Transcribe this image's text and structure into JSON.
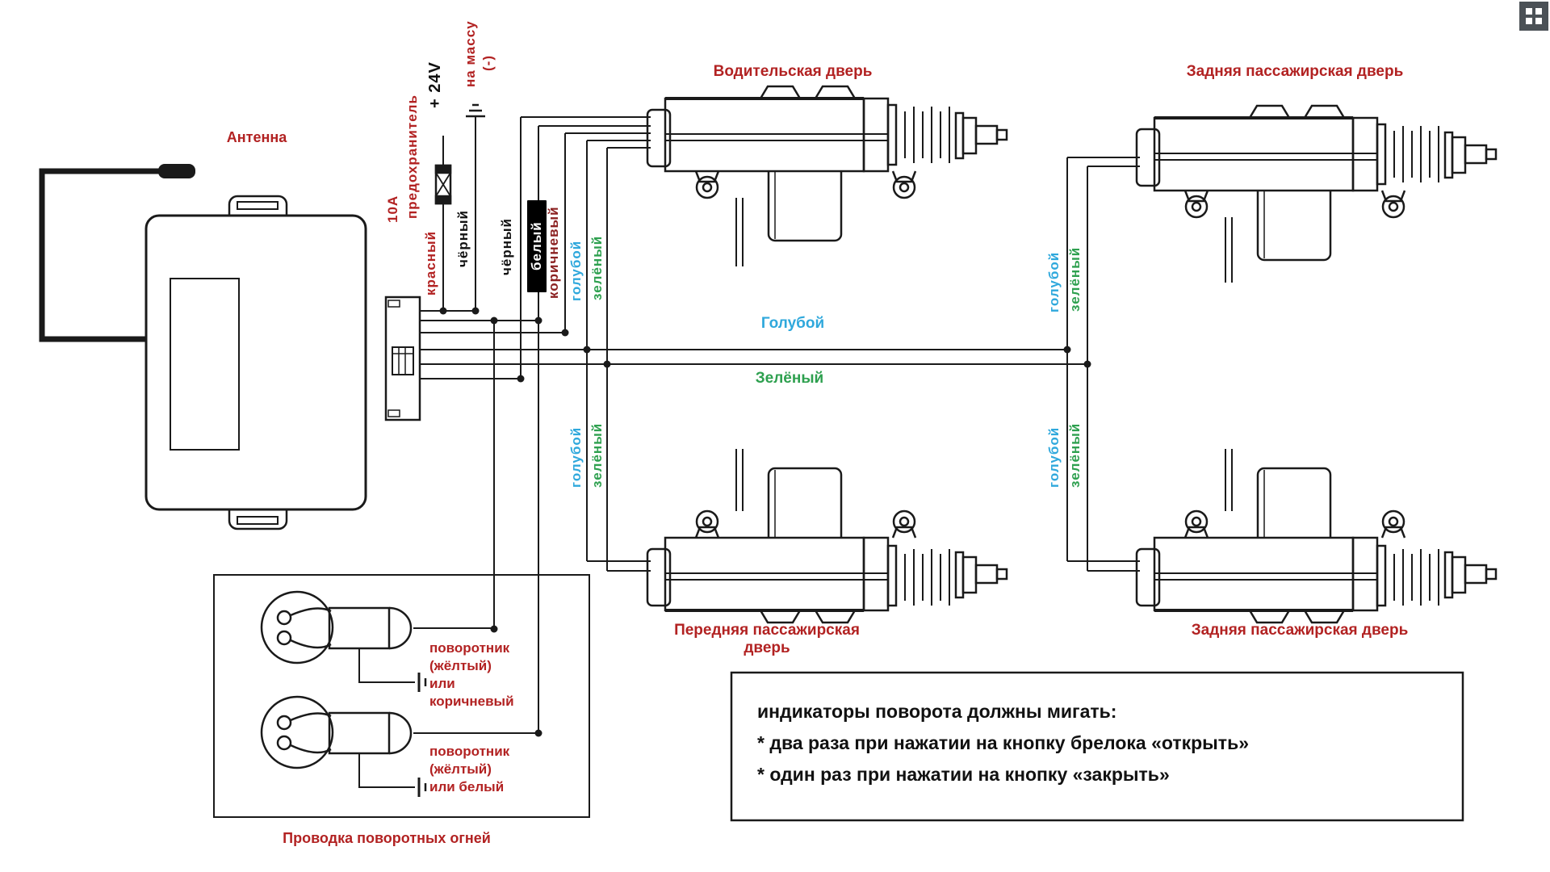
{
  "antenna": {
    "label": "Антенна"
  },
  "power": {
    "fuse_rating": "10А",
    "fuse_word": "предохранитель",
    "plus_label": "+ 24V",
    "ground_label": "на массу",
    "ground_sign": "(-)"
  },
  "wires": {
    "red": "красный",
    "black1": "чёрный",
    "black2": "чёрный",
    "white": "белый",
    "brown": "коричневый",
    "blue_v": "голубой",
    "green_v": "зелёный",
    "blue_bus": "Голубой",
    "green_bus": "Зелёный"
  },
  "doors": {
    "driver": "Водительская дверь",
    "rear_top": "Задняя пассажирская дверь",
    "front_passenger": "Передняя пассажирская дверь",
    "rear_bottom": "Задняя пассажирская дверь"
  },
  "turn_box": {
    "caption": "Проводка поворотных огней",
    "bulb1_label": [
      "поворотник",
      "(жёлтый)",
      "или",
      "коричневый"
    ],
    "bulb2_label": [
      "поворотник",
      "(жёлтый)",
      "или белый"
    ]
  },
  "info_box": {
    "line1": "индикаторы поворота должны мигать:",
    "line2": "* два раза при нажатии на кнопку брелока «открыть»",
    "line3": "* один раз при нажатии на кнопку «закрыть»"
  },
  "colors": {
    "label_red": "#b22222",
    "wire_blue": "#2fa8dc",
    "wire_green": "#2ea04f",
    "wire_brown": "#8b2121",
    "line": "#1a1a1a"
  }
}
